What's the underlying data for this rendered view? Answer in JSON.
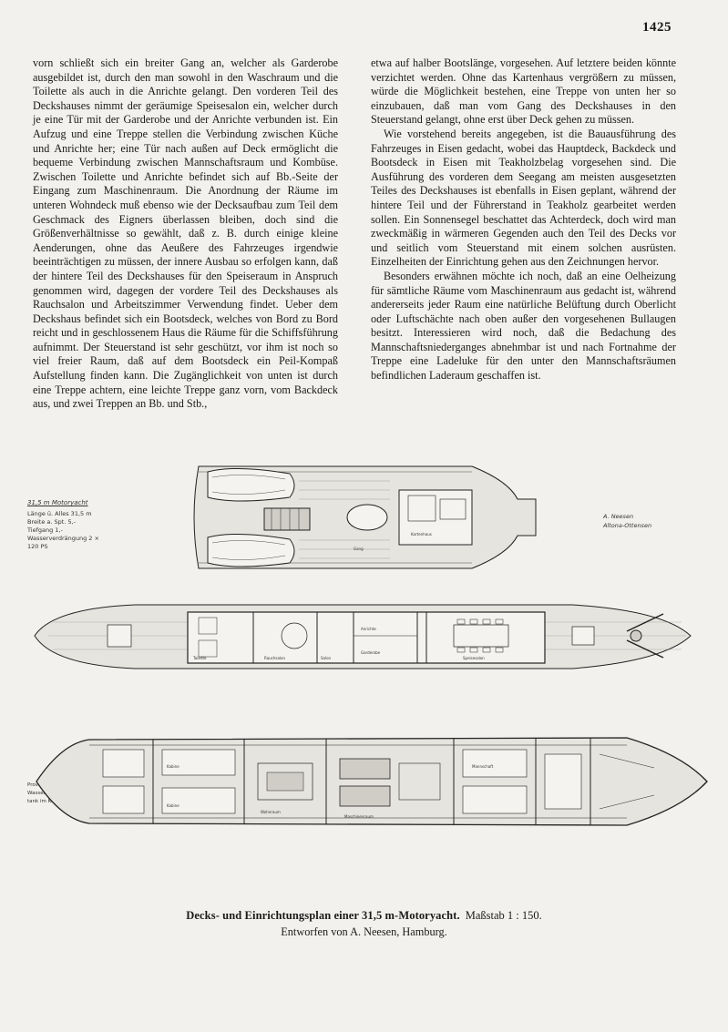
{
  "page_number": "1425",
  "columns": [
    {
      "paragraphs": [
        "vorn schließt sich ein breiter Gang an, welcher als Garderobe ausgebildet ist, durch den man sowohl in den Waschraum und die Toilette als auch in die Anrichte gelangt. Den vorderen Teil des Deckshauses nimmt der geräumige Speisesalon ein, welcher durch je eine Tür mit der Garderobe und der Anrichte verbunden ist. Ein Aufzug und eine Treppe stellen die Verbindung zwischen Küche und Anrichte her; eine Tür nach außen auf Deck ermöglicht die bequeme Verbindung zwischen Mannschaftsraum und Kombüse. Zwischen Toilette und Anrichte befindet sich auf Bb.-Seite der Eingang zum Maschinenraum. Die Anordnung der Räume im unteren Wohndeck muß ebenso wie der Decksaufbau zum Teil dem Geschmack des Eigners überlassen bleiben, doch sind die Größenverhältnisse so gewählt, daß z. B. durch einige kleine Aenderungen, ohne das Aeußere des Fahrzeuges irgendwie beeinträchtigen zu müssen, der innere Ausbau so erfolgen kann, daß der hintere Teil des Deckshauses für den Speiseraum in Anspruch genommen wird, dagegen der vordere Teil des Deckshauses als Rauchsalon und Arbeitszimmer Verwendung findet. Ueber dem Deckshaus befindet sich ein Bootsdeck, welches von Bord zu Bord reicht und in geschlossenem Haus die Räume für die Schiffsführung aufnimmt. Der Steuerstand ist sehr geschützt, vor ihm ist noch so viel freier Raum, daß auf dem Bootsdeck ein Peil-Kompaß Aufstellung finden kann. Die Zugänglichkeit von unten ist durch eine Treppe achtern, eine leichte Treppe ganz vorn, vom Backdeck aus, und zwei Treppen an Bb. und Stb.,"
      ]
    },
    {
      "paragraphs": [
        "etwa auf halber Bootslänge, vorgesehen. Auf letztere beiden könnte verzichtet werden. Ohne das Kartenhaus vergrößern zu müssen, würde die Möglichkeit bestehen, eine Treppe von unten her so einzubauen, daß man vom Gang des Deckshauses in den Steuerstand gelangt, ohne erst über Deck gehen zu müssen.",
        "Wie vorstehend bereits angegeben, ist die Bauausführung des Fahrzeuges in Eisen gedacht, wobei das Hauptdeck, Backdeck und Bootsdeck in Eisen mit Teakholzbelag vorgesehen sind. Die Ausführung des vorderen dem Seegang am meisten ausgesetzten Teiles des Deckshauses ist ebenfalls in Eisen geplant, während der hintere Teil und der Führerstand in Teakholz gearbeitet werden sollen. Ein Sonnensegel beschattet das Achterdeck, doch wird man zweckmäßig in wärmeren Gegenden auch den Teil des Decks vor und seitlich vom Steuerstand mit einem solchen ausrüsten. Einzelheiten der Einrichtung gehen aus den Zeichnungen hervor.",
        "Besonders erwähnen möchte ich noch, daß an eine Oelheizung für sämtliche Räume vom Maschinenraum aus gedacht ist, während andererseits jeder Raum eine natürliche Belüftung durch Oberlicht oder Luftschächte nach oben außer den vorgesehenen Bullaugen besitzt. Interessieren wird noch, daß die Bedachung des Mannschaftsniederganges abnehmbar ist und nach Fortnahme der Treppe eine Ladeluke für den unter den Mannschaftsräumen befindlichen Laderaum geschaffen ist."
      ]
    }
  ],
  "figure": {
    "legend_title": "31,5 m Motoryacht",
    "legend_lines": [
      "Länge ü. Alles 31,5 m",
      "Breite a. Spt. 5,-",
      "Tiefgang 1,-",
      "Wasserverdrängung 2 × 120 PS"
    ],
    "credit_lines": [
      "A. Neesen",
      "Altona-Ottensen"
    ],
    "note_lines": [
      "Proviantraum und Wasser-",
      "tank im Kielgang"
    ],
    "room_labels": {
      "deck_a": "Gang",
      "deck_b": "Kartenhaus",
      "main_1": "Toilette",
      "main_2": "Rauchsalon",
      "main_3": "Salon",
      "main_4": "Anrichte",
      "main_5": "Speisesalon",
      "main_6": "Garderobe",
      "low_1": "Kabine",
      "low_2": "Maschinenraum",
      "low_3": "Mannschaft",
      "low_4": "Kabine",
      "low_5": "Wohnraum"
    }
  },
  "caption": {
    "title": "Decks- und Einrichtungsplan einer 31,5 m-Motoryacht.",
    "scale": "Maßstab 1 : 150.",
    "subtitle": "Entworfen von A. Neesen, Hamburg."
  }
}
